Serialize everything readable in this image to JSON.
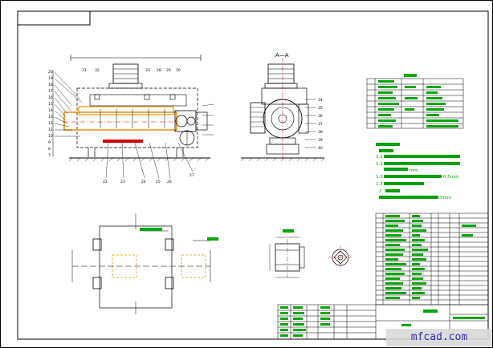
{
  "section_label": "A—A",
  "palette": {
    "line": "#000000",
    "highlight": "#d40000",
    "orange": "#e08a00",
    "annotation": "#00a000",
    "table": "#00a800",
    "dim": "#d4a000"
  },
  "notes": {
    "line1": "1.1",
    "line2": "1.2",
    "line3": "mm",
    "line4": "1.3",
    "line5": "0.5mm",
    "line6": "1.4",
    "line7": "2",
    "line8": "5mm"
  },
  "callouts": {
    "front_left": [
      "20",
      "19",
      "18",
      "17",
      "16",
      "15",
      "14",
      "13",
      "12",
      "11",
      "10",
      "9",
      "8",
      "7"
    ],
    "front_top": [
      "31",
      "32",
      "33",
      "28",
      "29",
      "30"
    ],
    "front_bottom": [
      "22",
      "23",
      "24",
      "25",
      "26",
      "27"
    ],
    "section_right": [
      "34",
      "35",
      "36",
      "37",
      "38",
      "39",
      "40"
    ]
  },
  "watermark": "mfcad.com"
}
